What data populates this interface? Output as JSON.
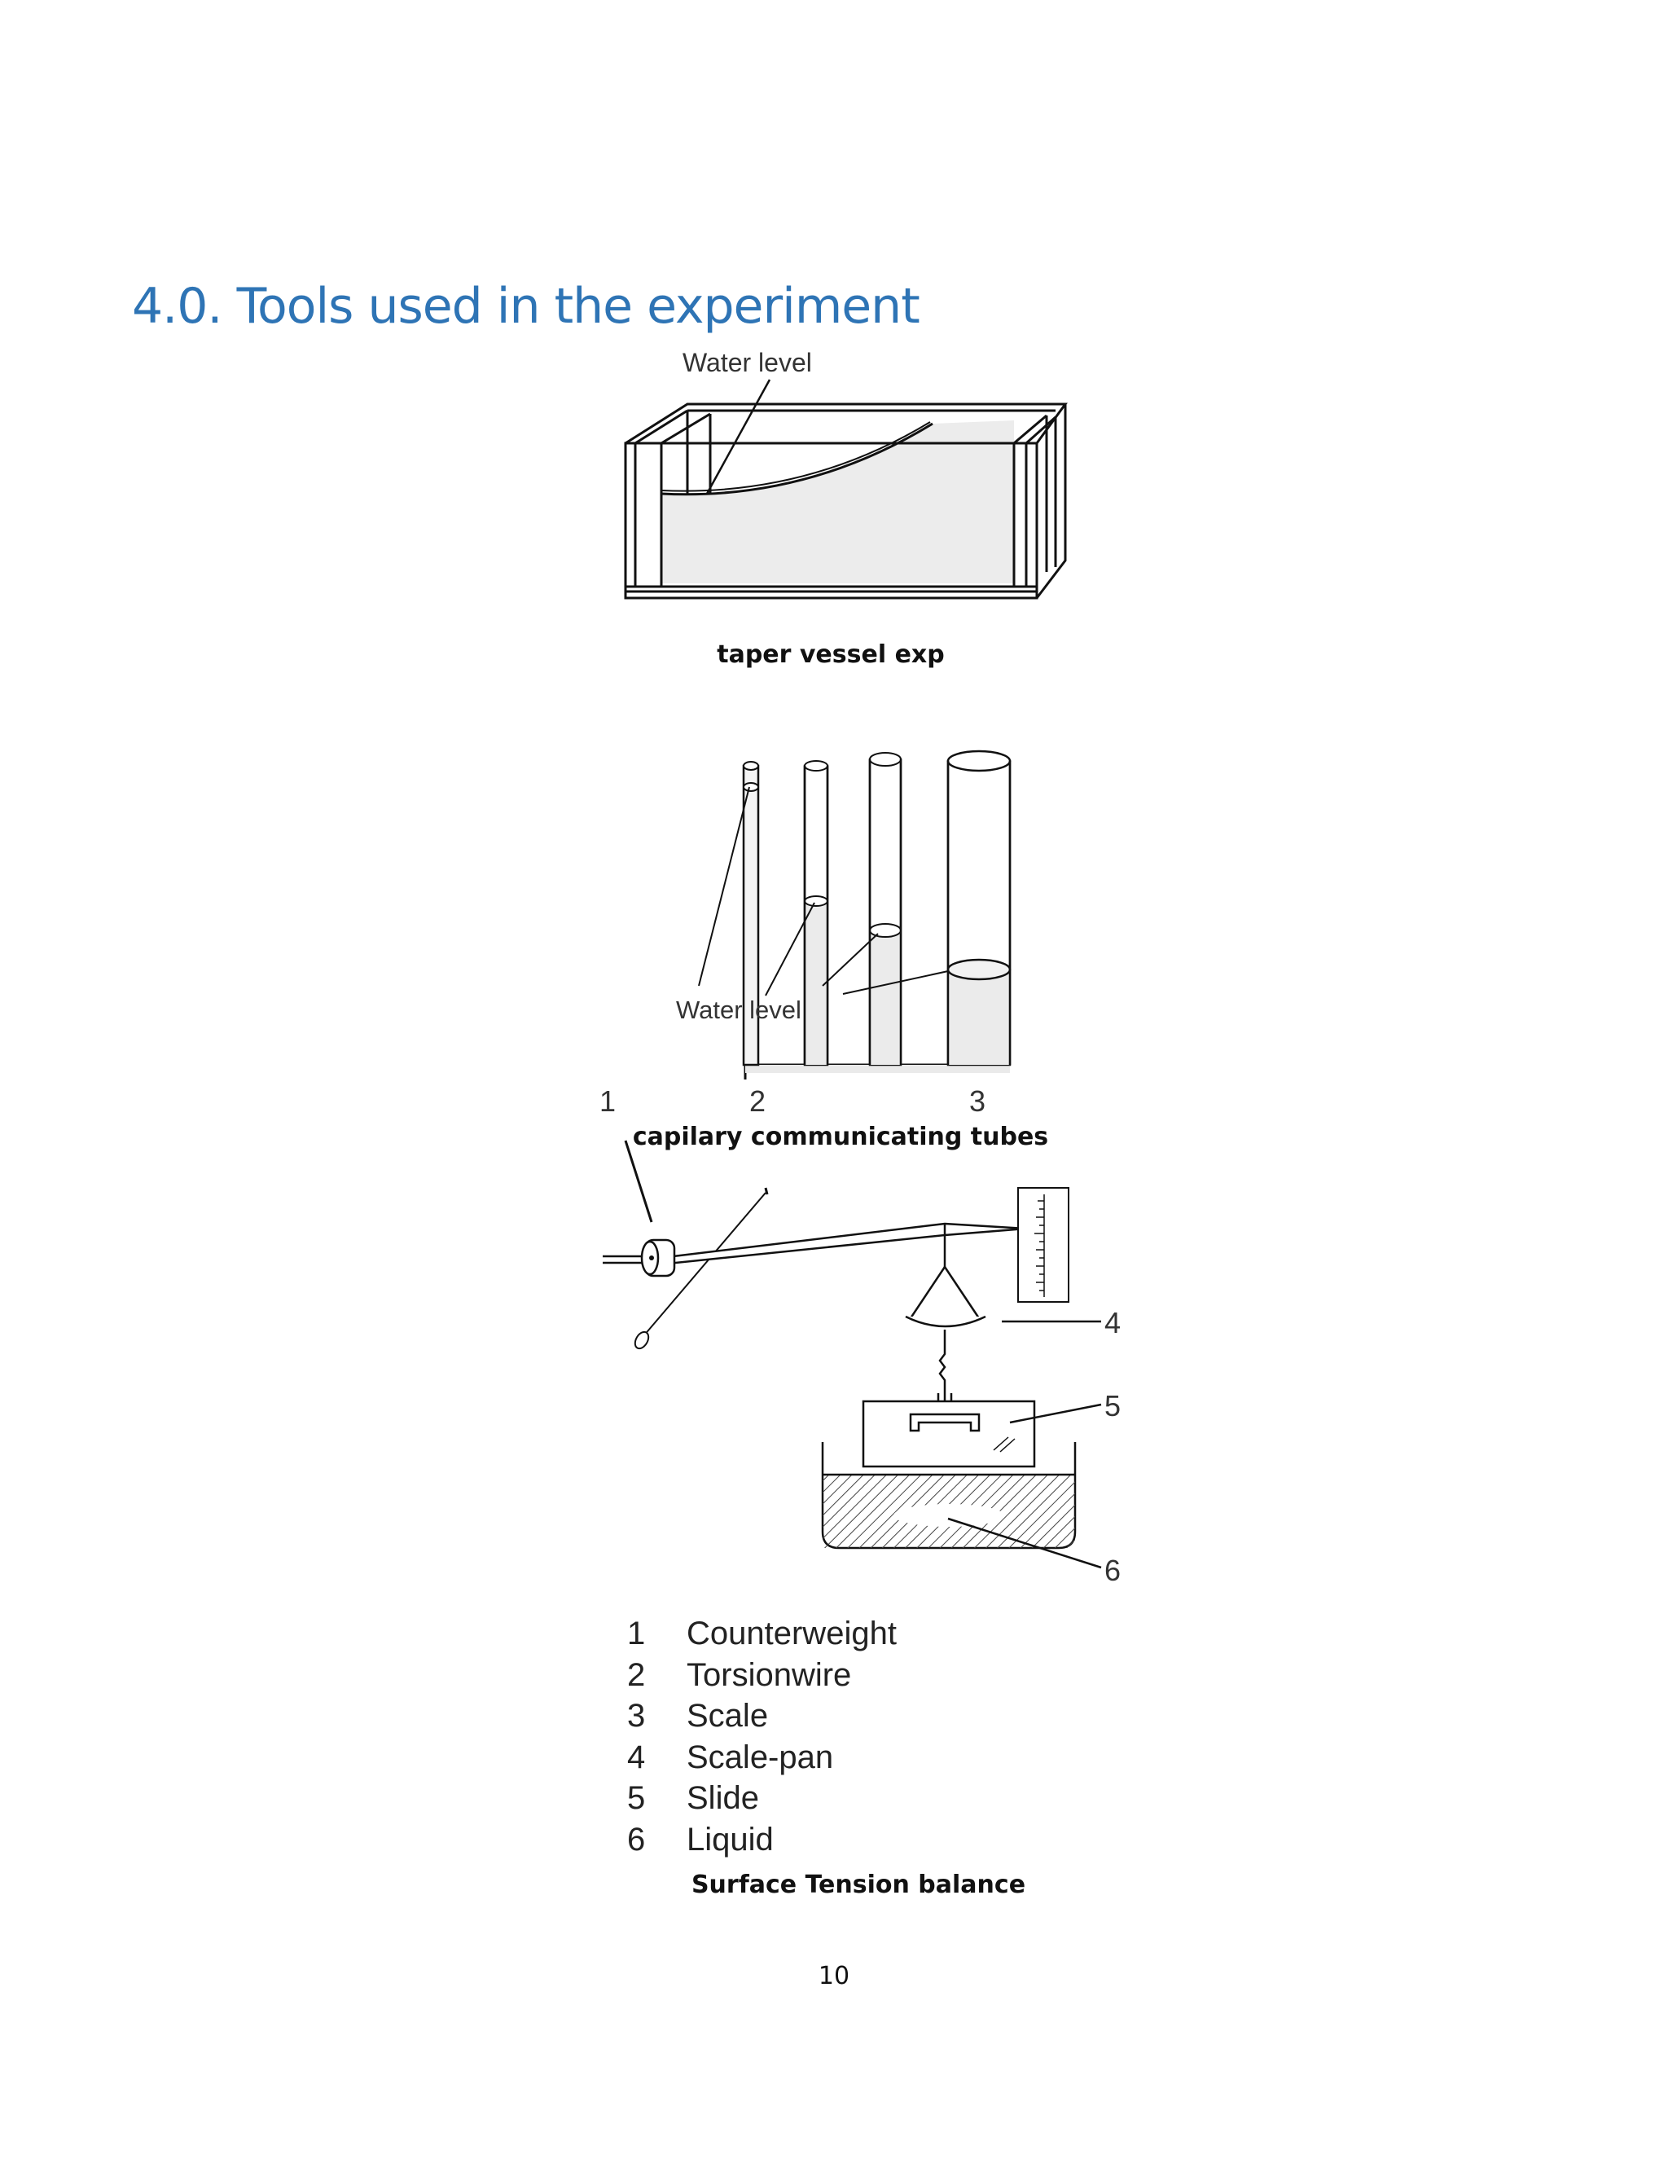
{
  "page": {
    "section_title": "4.0. Tools used in the experiment",
    "page_number": "10"
  },
  "figures": {
    "taper_vessel": {
      "label": "Water level",
      "caption": "taper vessel exp"
    },
    "capillary_tubes": {
      "label": "Water level",
      "tube_numbers": [
        "1",
        "2",
        "3"
      ],
      "caption": "capilary communicating tubes"
    },
    "surface_tension_balance": {
      "callouts": [
        "4",
        "5",
        "6"
      ],
      "legend": [
        {
          "num": "1",
          "text": "Counterweight"
        },
        {
          "num": "2",
          "text": "Torsionwire"
        },
        {
          "num": "3",
          "text": "Scale"
        },
        {
          "num": "4",
          "text": "Scale-pan"
        },
        {
          "num": "5",
          "text": "Slide"
        },
        {
          "num": "6",
          "text": "Liquid"
        }
      ],
      "caption": "Surface Tension balance"
    }
  }
}
